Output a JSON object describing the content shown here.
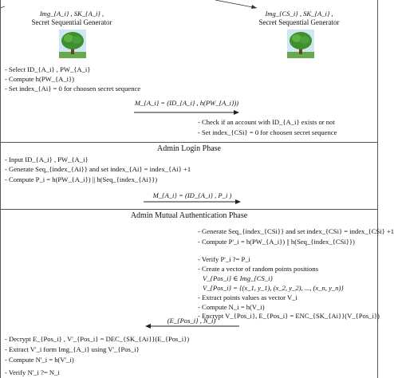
{
  "top": {
    "left": {
      "line1": "Img_{A_i} , SK_{A_i} ,",
      "line2": "Secret Sequential Generator"
    },
    "right": {
      "line1": "Img_{CS_i} , SK_{A_i} ,",
      "line2": "Secret Sequential Generator"
    }
  },
  "registration": {
    "admin_steps": [
      "- Select ID_{A_i} , PW_{A_i}",
      "- Compute h(PW_{A_i})",
      "- Set index_{Ai} = 0 for choosen secret sequence"
    ],
    "message": "M_{A_i} = (ID_{A_i} , h(PW_{A_i}))",
    "server_steps": [
      "- Check if an account with ID_{A_i} exists or not",
      "- Set index_{CSi} = 0 for choosen secret sequence"
    ]
  },
  "login": {
    "title": "Admin Login Phase",
    "steps": [
      "- Input ID_{A_i} , PW_{A_i}",
      "- Generate Seq_{index_{Ai}} and set index_{Ai} = index_{Ai} +1",
      "- Compute P_i = h(PW_{A_i}) || h(Seq_{index_{Ai}})"
    ],
    "message": "M_{A_i} = (ID_{A_i} , P_i )"
  },
  "mutual": {
    "title": "Admin Mutual Authentication Phase",
    "server_steps": [
      "- Generate Seq_{index_{CSi}} and set index_{CSi} = index_{CSi} +1",
      "- Compute P'_i = h(PW_{A_i}) || h(Seq_{index_{CSi}})",
      "- Verify P'_i ?= P_i",
      "- Create a vector of random points positions",
      "V_{Pos_i} ∈ Img_{CS_i}",
      "V_{Pos_i} = {(x_1, y_1), (x_2, y_2), ..., (x_n, y_n)}",
      "- Extract points values as vector V_i",
      "- Compute N_i = h(V_i)",
      "- Encrypt V_{Pos_i}, E_{Pos_i} = ENC_{SK_{Ai}}(V_{Pos_i})"
    ],
    "message": "(E_{Pos_i} , N_i)",
    "admin_steps": [
      "- Decrypt E_{Pos_i} , V'_{Pos_i} = DEC_{SK_{Ai}}(E_{Pos_i})",
      "- Extract V'_i form Img_{A_i} using V'_{Pos_i}",
      "- Compute N'_i = h(V'_i)",
      "- Verify N'_i ?= N_i"
    ]
  },
  "icons": {
    "left": "tree-icon",
    "right": "tree-icon"
  }
}
